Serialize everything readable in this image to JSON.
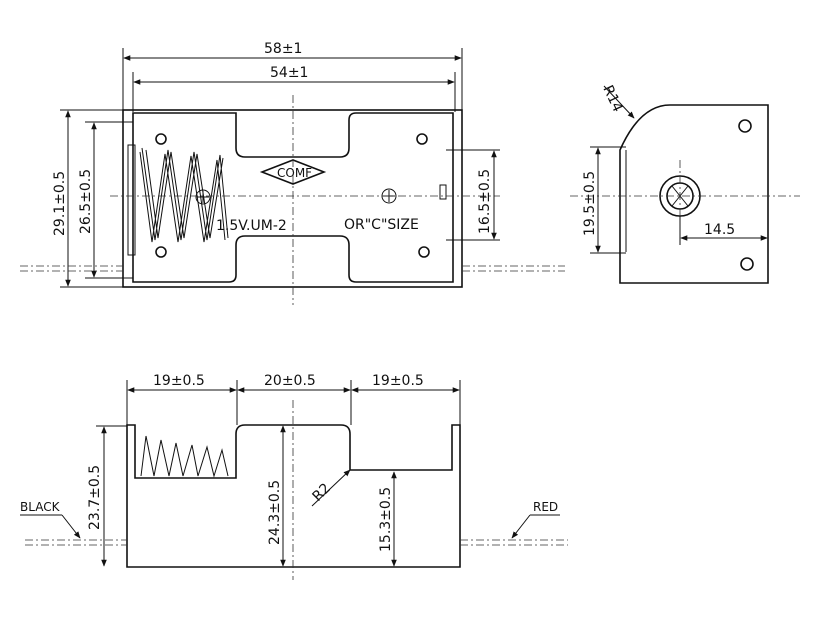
{
  "top_view": {
    "dim_overall_width": "58±1",
    "dim_inner_width": "54±1",
    "dim_overall_height": "29.1±0.5",
    "dim_inner_height": "26.5±0.5",
    "dim_center_height": "16.5±0.5",
    "logo_text": "COMF",
    "label_voltage": "1.5V.UM-2",
    "label_size": "OR\"C\"SIZE"
  },
  "side_view": {
    "dim_radius": "R14",
    "dim_height": "19.5±0.5",
    "dim_offset": "14.5"
  },
  "front_view": {
    "dim_left_section": "19±0.5",
    "dim_middle_section": "20±0.5",
    "dim_right_section": "19±0.5",
    "dim_total_height": "23.7±0.5",
    "dim_wall_height": "24.3±0.5",
    "dim_notch_height": "15.3±0.5",
    "dim_radius": "R2",
    "label_black": "BLACK",
    "label_red": "RED"
  }
}
